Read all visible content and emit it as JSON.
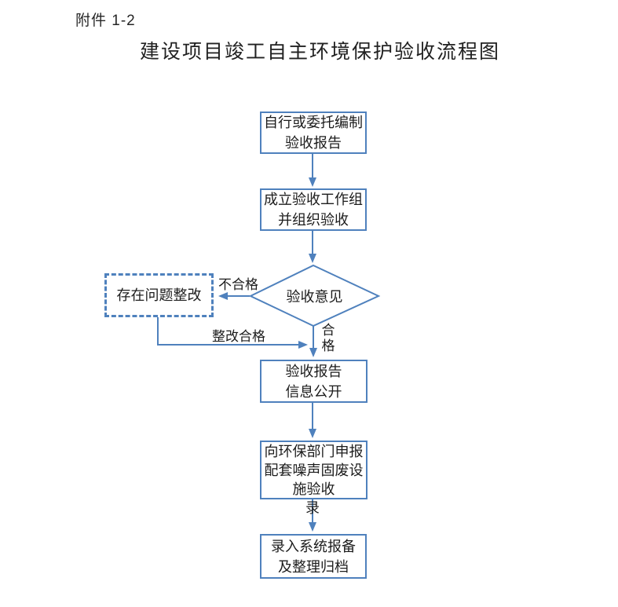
{
  "page": {
    "attachment_label": "附件 1-2",
    "title": "建设项目竣工自主环境保护验收流程图"
  },
  "colors": {
    "line_accent": "#4F81BD",
    "text": "#1c1c1c",
    "background": "#ffffff"
  },
  "flowchart": {
    "prepare_report": {
      "lines": [
        "自行或委托编制",
        "验收报告"
      ]
    },
    "working_group": {
      "lines": [
        "成立验收工作组",
        "并组织验收"
      ]
    },
    "decision": {
      "label": "验收意见"
    },
    "rectify": {
      "label": "存在问题整改"
    },
    "publish": {
      "lines": [
        "验收报告",
        "信息公开"
      ]
    },
    "declare": {
      "lines": [
        "向环保部门申报",
        "配套噪声固废设",
        "施验收"
      ]
    },
    "archive": {
      "lines": [
        "录入系统报备",
        "及整理归档"
      ]
    },
    "edge_labels": {
      "unqualified": "不合格",
      "rectification_passed": "整改合格",
      "qualified_char1": "合",
      "qualified_char2": "格",
      "overflow_char": "录"
    }
  }
}
